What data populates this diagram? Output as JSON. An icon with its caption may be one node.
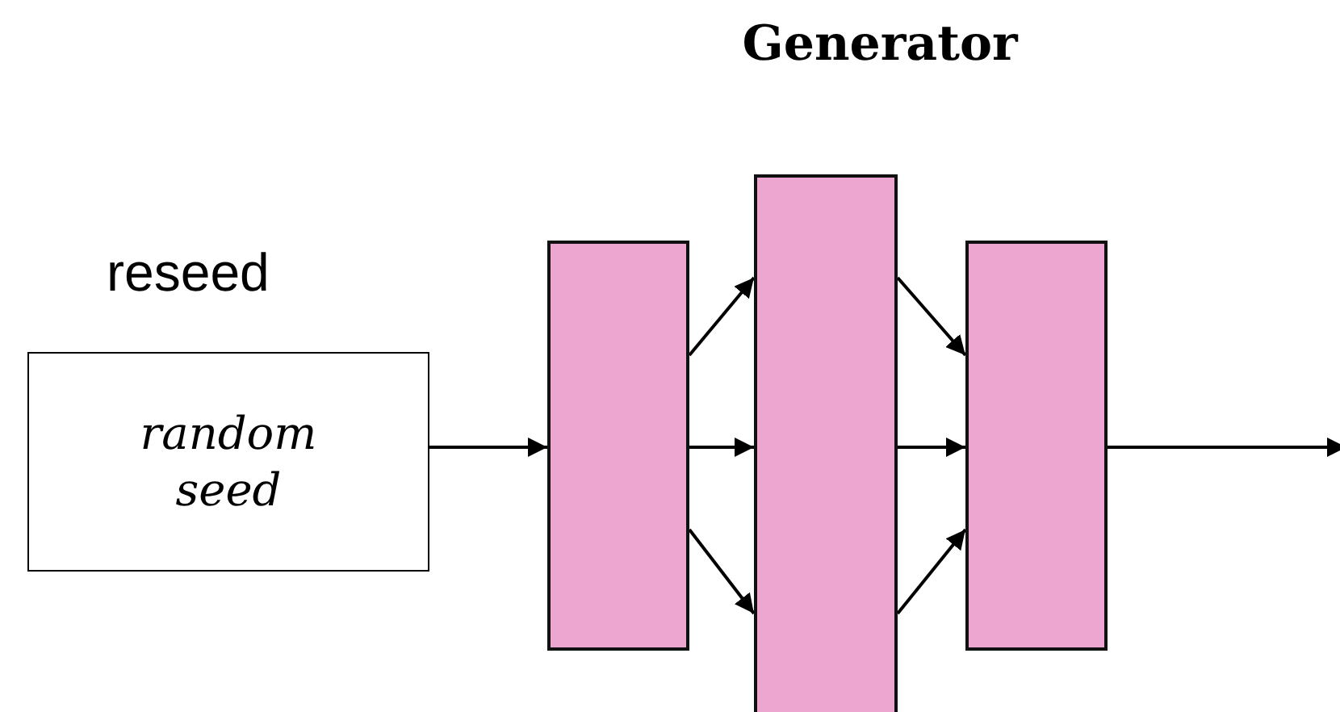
{
  "diagram": {
    "title": "Generator",
    "nodes": [
      {
        "text": [
          "random seed"
        ]
      },
      {
        "text": [],
        "shape": "box"
      },
      {
        "text": [],
        "shape": "box"
      },
      {
        "text": [],
        "shape": "box"
      }
    ],
    "edges": [
      {
        "from": 0,
        "to": 1,
        "arrow": "to"
      },
      {
        "from": 1,
        "to": 2,
        "arrow": "to"
      },
      {
        "from": 1,
        "to": 2,
        "arrow": "to"
      },
      {
        "from": 1,
        "to": 2,
        "arrow": "to"
      },
      {
        "from": 2,
        "to": 3,
        "arrow": "to"
      },
      {
        "from": 2,
        "to": 3,
        "arrow": "to"
      },
      {
        "from": 2,
        "to": 3,
        "arrow": "to"
      },
      {
        "from": 3,
        "to": null,
        "arrow": "to"
      }
    ],
    "labels": [
      "reseed"
    ]
  }
}
